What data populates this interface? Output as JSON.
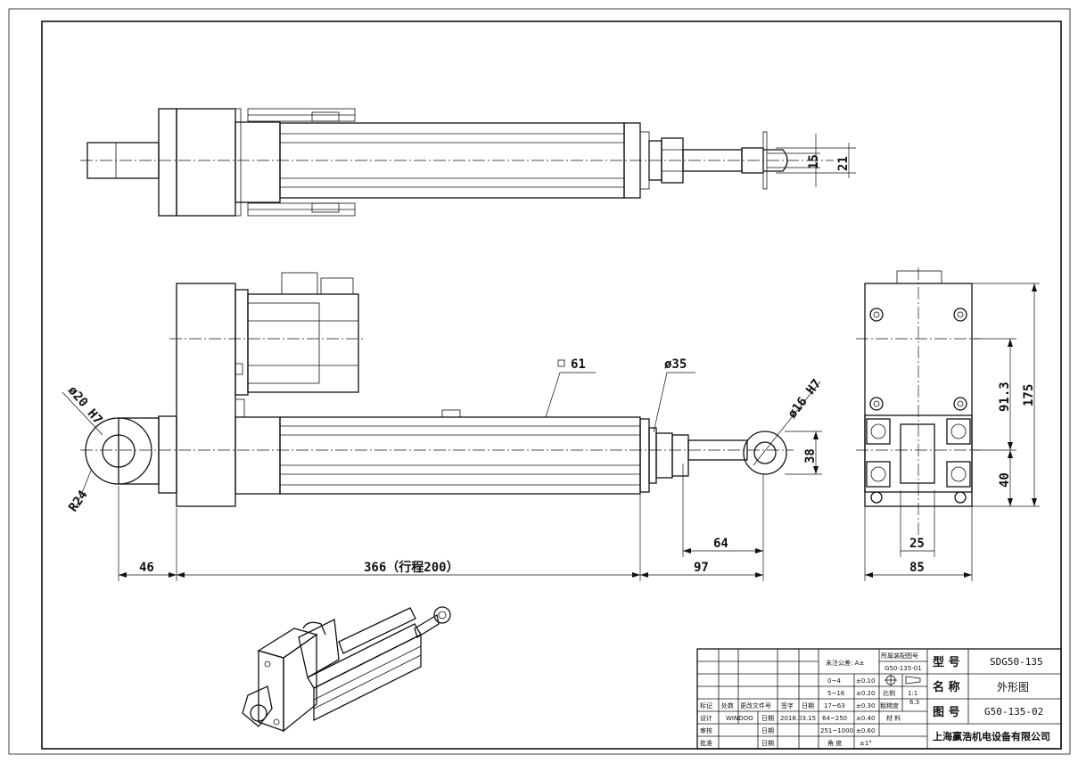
{
  "dimensions": {
    "top_d15": "15",
    "top_d21": "21",
    "label_61": "61",
    "label_phi35": "ø35",
    "label_phi20": "ø20 H7",
    "label_r24": "R24",
    "label_phi16": "ø16 H7",
    "dim_38": "38",
    "dim_64": "64",
    "dim_46": "46",
    "dim_366": "366（行程200）",
    "dim_97": "97",
    "dim_91_3": "91.3",
    "dim_175": "175",
    "dim_40": "40",
    "dim_25": "25",
    "dim_85": "85"
  },
  "title_block": {
    "tolerance_note": "未注公差: A±",
    "assembly_ref_label": "所属装配图号",
    "assembly_ref_value": "G50-135-01",
    "tol_rows": [
      {
        "range": "0~4",
        "tol": "±0.10"
      },
      {
        "range": "5~16",
        "tol": "±0.20"
      },
      {
        "range": "17~63",
        "tol": "±0.30"
      },
      {
        "range": "64~250",
        "tol": "±0.40"
      },
      {
        "range": "251~1000",
        "tol": "±0.60"
      }
    ],
    "angle_label": "角  度",
    "angle_tol": "±1°",
    "scale_label": "比例",
    "scale_value": "1:1",
    "roughness_label": "粗糙度",
    "roughness_value": "6.3",
    "material_label": "材  料",
    "col_mark": "标记",
    "col_count": "处数",
    "col_change_doc": "更改文件号",
    "col_sign": "签字",
    "col_date": "日期",
    "designer_label": "设计",
    "designer_value": "WINDOO",
    "date_label": "日期",
    "design_date": "2018.03.15",
    "review_label": "审核",
    "review_date_label": "日期",
    "approve_label": "批准",
    "approve_date_label": "日期",
    "model_label": "型  号",
    "model_value": "SDG50-135",
    "name_label": "名  称",
    "name_value": "外形图",
    "drawing_no_label": "图  号",
    "drawing_no_value": "G50-135-02",
    "company": "上海赢浩机电设备有限公司"
  }
}
